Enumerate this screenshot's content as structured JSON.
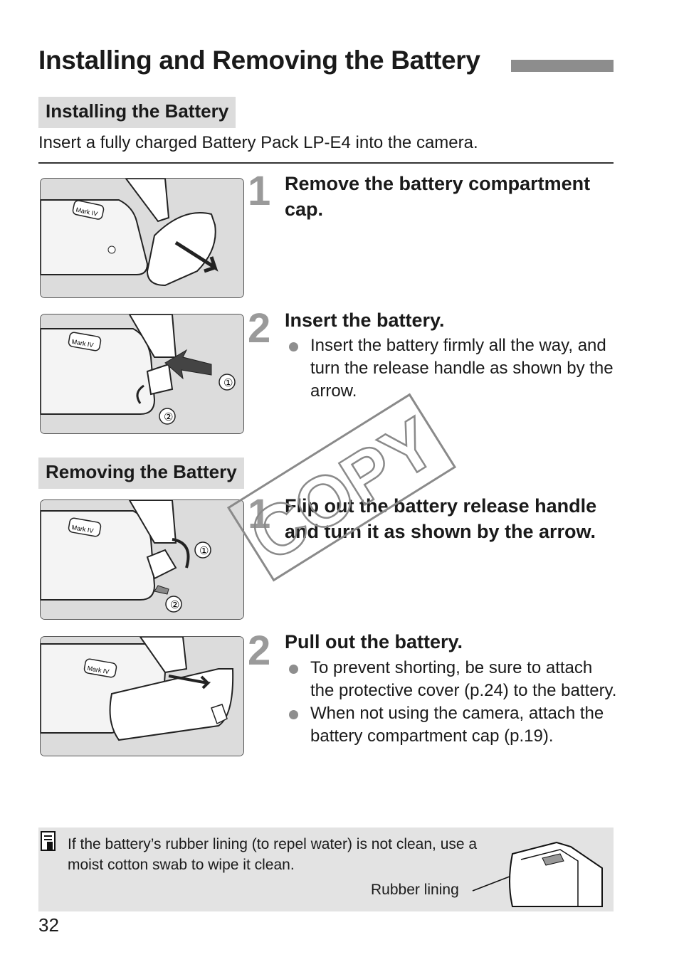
{
  "page": {
    "title": "Installing and Removing the Battery",
    "page_number": "32"
  },
  "installing": {
    "heading": "Installing the Battery",
    "intro": "Insert a fully charged Battery Pack LP-E4 into the camera.",
    "steps": [
      {
        "number": "1",
        "title": "Remove the battery compartment cap.",
        "figure": {
          "labels": [
            "Mark IV"
          ]
        }
      },
      {
        "number": "2",
        "title": "Insert the battery.",
        "bullets": [
          "Insert the battery firmly all the way, and turn the release handle as shown by the arrow."
        ],
        "figure": {
          "labels": [
            "Mark IV",
            "①",
            "②"
          ]
        }
      }
    ]
  },
  "removing": {
    "heading": "Removing the Battery",
    "steps": [
      {
        "number": "1",
        "title": "Flip out the battery release handle and turn it as shown by the arrow.",
        "figure": {
          "labels": [
            "Mark IV",
            "①",
            "②"
          ]
        }
      },
      {
        "number": "2",
        "title": "Pull out the battery.",
        "bullets": [
          "To prevent shorting, be sure to attach the protective cover (p.24) to the battery.",
          "When not using the camera, attach the battery compartment cap (p.19)."
        ],
        "figure": {
          "labels": [
            "Mark IV"
          ]
        }
      }
    ]
  },
  "note": {
    "icon": "memo-icon",
    "text": "If the battery’s rubber lining (to repel water) is not clean, use a moist cotton swab to wipe it clean.",
    "figure_label": "Rubber lining"
  },
  "watermark": {
    "text": "COPY",
    "color": "#8a8a8a"
  }
}
